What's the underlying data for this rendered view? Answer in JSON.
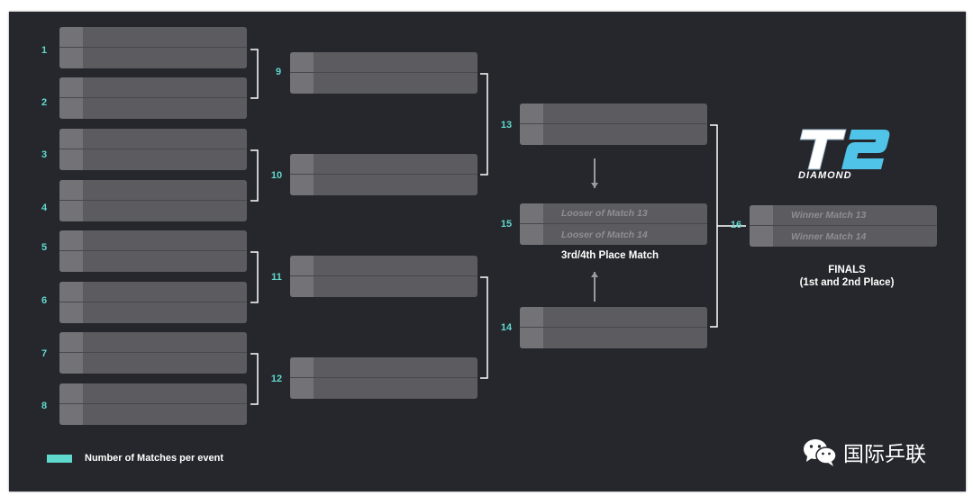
{
  "bracket": {
    "round1": [
      {
        "num": "1"
      },
      {
        "num": "2"
      },
      {
        "num": "3"
      },
      {
        "num": "4"
      },
      {
        "num": "5"
      },
      {
        "num": "6"
      },
      {
        "num": "7"
      },
      {
        "num": "8"
      }
    ],
    "quarterfinals": [
      {
        "num": "9"
      },
      {
        "num": "10"
      },
      {
        "num": "11"
      },
      {
        "num": "12"
      }
    ],
    "semifinals": [
      {
        "num": "13"
      },
      {
        "num": "14"
      }
    ],
    "third_place": {
      "num": "15",
      "player1": "Looser of Match 13",
      "player2": "Looser of Match 14",
      "label": "3rd/4th Place Match"
    },
    "final": {
      "num": "16",
      "player1": "Winner Match 13",
      "player2": "Winner Match 14",
      "label_line1": "FINALS",
      "label_line2": "(1st and 2nd Place)"
    }
  },
  "logo": {
    "text": "T2",
    "subtitle": "DIAMOND"
  },
  "legend": {
    "text": "Number of Matches per event",
    "color": "#5fd8cd"
  },
  "watermark": {
    "text": "国际乒联",
    "icon": "wechat-icon"
  },
  "colors": {
    "background": "#26272c",
    "slot": "#5b5b60",
    "seed": "#727277",
    "accent": "#5fd8cd",
    "connector": "#ffffff"
  }
}
